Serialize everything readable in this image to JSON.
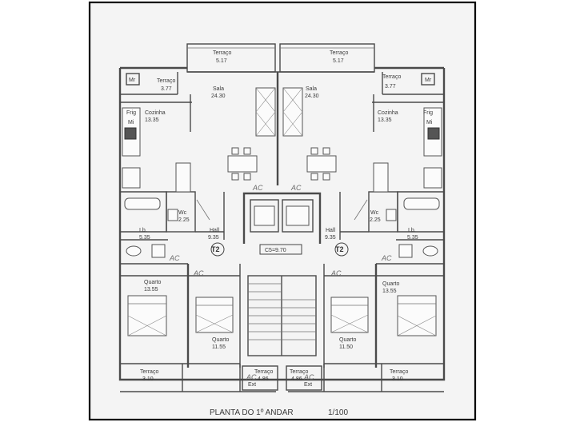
{
  "plan": {
    "title": "PLANTA  DO  1º  ANDAR",
    "scale": "1/100",
    "core_label": "C5=9.70",
    "left_unit": {
      "terraco_top": {
        "name": "Terraço",
        "area": "5.17"
      },
      "terraco_corner": {
        "name": "Terraço",
        "area": "3.77"
      },
      "mr": "Mr",
      "sala": {
        "name": "Sala",
        "area": "24.30"
      },
      "cozinha": {
        "name": "Cozinha",
        "area": "13.35"
      },
      "frig": "Frig",
      "mi": "Mi",
      "wc": {
        "name": "Wc",
        "area": "2.25"
      },
      "ib": {
        "name": "I.b.",
        "area": "5.35"
      },
      "hall": {
        "name": "Hall",
        "area": "9.35"
      },
      "quarto_big": {
        "name": "Quarto",
        "area": "13.55"
      },
      "quarto_small": {
        "name": "Quarto",
        "area": "11.55"
      },
      "terraco_bottom": {
        "name": "Terraço",
        "area": "3.10"
      },
      "terraco_center": {
        "name": "Terraço",
        "area": "4.86"
      }
    },
    "right_unit": {
      "terraco_top": {
        "name": "Terraço",
        "area": "5.17"
      },
      "terraco_corner": {
        "name": "Terraço",
        "area": "3.77"
      },
      "mr": "Mr",
      "sala": {
        "name": "Sala",
        "area": "24.30"
      },
      "cozinha": {
        "name": "Cozinha",
        "area": "13.35"
      },
      "frig": "Frig",
      "mi": "Mi",
      "wc": {
        "name": "Wc",
        "area": "2.25"
      },
      "ib": {
        "name": "I.b.",
        "area": "5.35"
      },
      "hall": {
        "name": "Hall",
        "area": "9.35"
      },
      "quarto_big": {
        "name": "Quarto",
        "area": "13.55"
      },
      "quarto_small": {
        "name": "Quarto",
        "area": "11.50"
      },
      "terraco_bottom": {
        "name": "Terraço",
        "area": "3.10"
      },
      "terraco_center": {
        "name": "Terraço",
        "area": "4.86"
      }
    },
    "marks": {
      "ac": "AC",
      "t2": "T2",
      "ext": "Ext"
    }
  }
}
